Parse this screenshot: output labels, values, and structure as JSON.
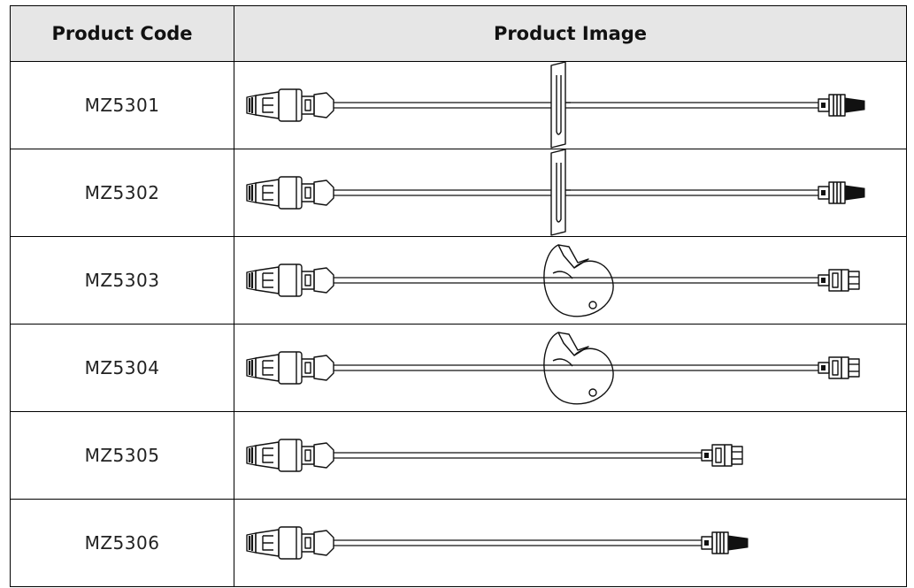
{
  "table": {
    "headers": {
      "code": "Product Code",
      "image": "Product Image"
    },
    "rows": [
      {
        "code": "MZ5301",
        "image": {
          "clamp": "slide-clamp",
          "length": "long",
          "end": "male-luer-cap"
        }
      },
      {
        "code": "MZ5302",
        "image": {
          "clamp": "slide-clamp",
          "length": "long",
          "end": "male-luer-cap"
        }
      },
      {
        "code": "MZ5303",
        "image": {
          "clamp": "pinch-clamp",
          "length": "long",
          "end": "female-luer-connector"
        }
      },
      {
        "code": "MZ5304",
        "image": {
          "clamp": "pinch-clamp",
          "length": "long",
          "end": "female-luer-connector"
        }
      },
      {
        "code": "MZ5305",
        "image": {
          "clamp": "none",
          "length": "short",
          "end": "female-luer-connector"
        }
      },
      {
        "code": "MZ5306",
        "image": {
          "clamp": "none",
          "length": "short",
          "end": "male-luer-cap"
        }
      }
    ]
  }
}
